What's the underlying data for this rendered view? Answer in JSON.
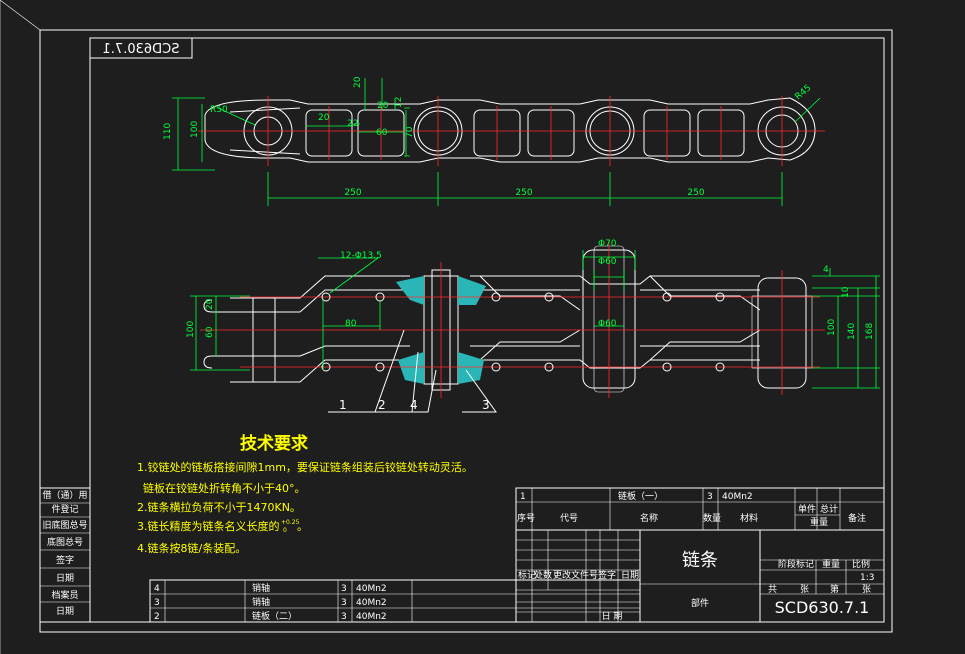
{
  "drawing_no_mirrored": "SCD630.7.1",
  "drawing_no": "SCD630.7.1",
  "title": "链条",
  "scale": "1:3",
  "part_label": "部件",
  "dims": {
    "top_110": "110",
    "top_100": "100",
    "r50": "R50",
    "r45": "R45",
    "d20a": "20",
    "d20b": "20",
    "d22": "22",
    "d60": "60",
    "d12": "12",
    "d70": "70",
    "d20c": "20",
    "p1": "250",
    "p2": "250",
    "p3": "250",
    "holes": "12-Φ13.5",
    "phi70": "Φ70",
    "phi60a": "Φ60",
    "phi60b": "Φ60",
    "s80": "80",
    "s100": "100",
    "s60": "60",
    "s20": "20",
    "r4": "4",
    "r10": "10",
    "r100": "100",
    "r140": "140",
    "r168": "168"
  },
  "callouts": [
    "1",
    "2",
    "4",
    "3"
  ],
  "tech": {
    "heading": "技术要求",
    "items": [
      "1.铰链处的链板搭接间隙1mm，要保证链条组装后铰链处转动灵活。",
      "链板在铰链处折转角不小于40°。",
      "2.链条横拉负荷不小于1470KN。",
      "3.链长精度为链条名义长度的",
      "4.链条按8链/条装配。"
    ],
    "tol_upper": "+0.25",
    "tol_lower": "0",
    "tol_end": "。"
  },
  "bom_top": {
    "no": "1",
    "name": "链板（一）",
    "qty": "3",
    "material": "40Mn2",
    "headers": [
      "序号",
      "代号",
      "名称",
      "数量",
      "材料",
      "单件",
      "总计",
      "重量",
      "备注"
    ]
  },
  "bom_rows": [
    {
      "no": "4",
      "name": "销轴",
      "qty": "3",
      "material": "40Mn2"
    },
    {
      "no": "3",
      "name": "销轴",
      "qty": "3",
      "material": "40Mn2"
    },
    {
      "no": "2",
      "name": "链板（二）",
      "qty": "3",
      "material": "40Mn2"
    }
  ],
  "left_strip": [
    "借（通）用",
    "件登记",
    "旧底图总号",
    "底图总号",
    "签字",
    "日期",
    "档案员",
    "日期"
  ],
  "title_block": {
    "row_labels": [
      "标记",
      "处数",
      "更改文件号",
      "签字",
      "日期"
    ],
    "mark_labels": [
      "阶段标记",
      "重量",
      "比例"
    ],
    "sheet_labels": [
      "共",
      "张",
      "第",
      "张"
    ],
    "date": "日 期"
  }
}
